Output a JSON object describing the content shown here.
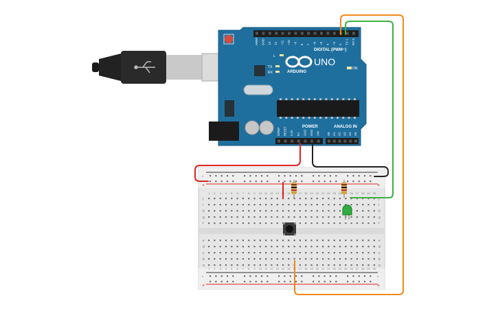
{
  "arduino": {
    "model": "UNO",
    "brand": "ARDUINO",
    "digital_label": "DIGITAL (PWM~)",
    "power_label": "POWER",
    "analog_label": "ANALOG IN",
    "on_label": "ON",
    "led_l": "L",
    "led_tx": "TX",
    "led_rx": "RX",
    "digital_pins": [
      "AREF",
      "GND",
      "13",
      "12",
      "~11",
      "~10",
      "~9",
      "8",
      "7",
      "~6",
      "~5",
      "4",
      "~3",
      "2",
      "TX 1",
      "RX 0"
    ],
    "power_pins": [
      "IOREF",
      "RESET",
      "3.3V",
      "5V",
      "GND",
      "GND",
      "VIN"
    ],
    "analog_pins": [
      "A0",
      "A1",
      "A2",
      "A3",
      "A4",
      "A5"
    ]
  },
  "breadboard": {
    "rail_minus": "-",
    "rail_plus": "+",
    "row_labels_top": [
      "j",
      "i",
      "h",
      "g",
      "f"
    ],
    "row_labels_bottom": [
      "e",
      "d",
      "c",
      "b",
      "a"
    ],
    "column_numbers": [
      "1",
      "2",
      "3",
      "4",
      "5",
      "6",
      "7",
      "8",
      "9",
      "10",
      "11",
      "12",
      "13",
      "14",
      "15",
      "16",
      "17",
      "18",
      "19",
      "20",
      "21",
      "22",
      "23",
      "24",
      "25",
      "26",
      "27",
      "28",
      "29",
      "30"
    ]
  },
  "colors": {
    "board": "#1f6f9e",
    "wire_red": "#e02020",
    "wire_black": "#222222",
    "wire_green": "#3cb043",
    "wire_orange": "#f08a1c",
    "led_green": "#2fae3e"
  }
}
